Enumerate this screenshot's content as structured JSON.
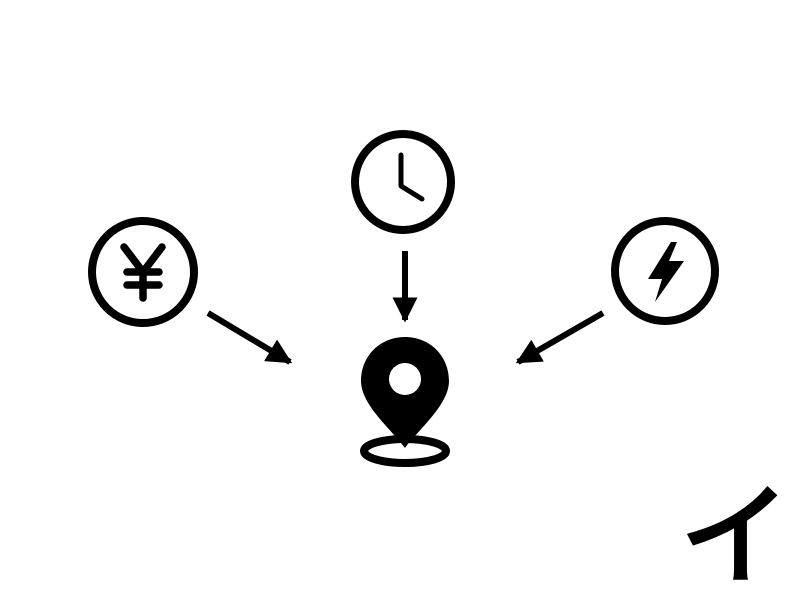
{
  "diagram": {
    "nodes": [
      {
        "id": "cost",
        "icon": "yen-icon"
      },
      {
        "id": "time",
        "icon": "clock-icon"
      },
      {
        "id": "energy",
        "icon": "lightning-bolt-icon"
      },
      {
        "id": "destination",
        "icon": "location-pin-icon"
      }
    ],
    "edges": [
      {
        "from": "cost",
        "to": "destination"
      },
      {
        "from": "time",
        "to": "destination"
      },
      {
        "from": "energy",
        "to": "destination"
      }
    ],
    "colors": {
      "stroke": "#000000",
      "background": "#ffffff"
    }
  },
  "corner_glyph": "イ"
}
